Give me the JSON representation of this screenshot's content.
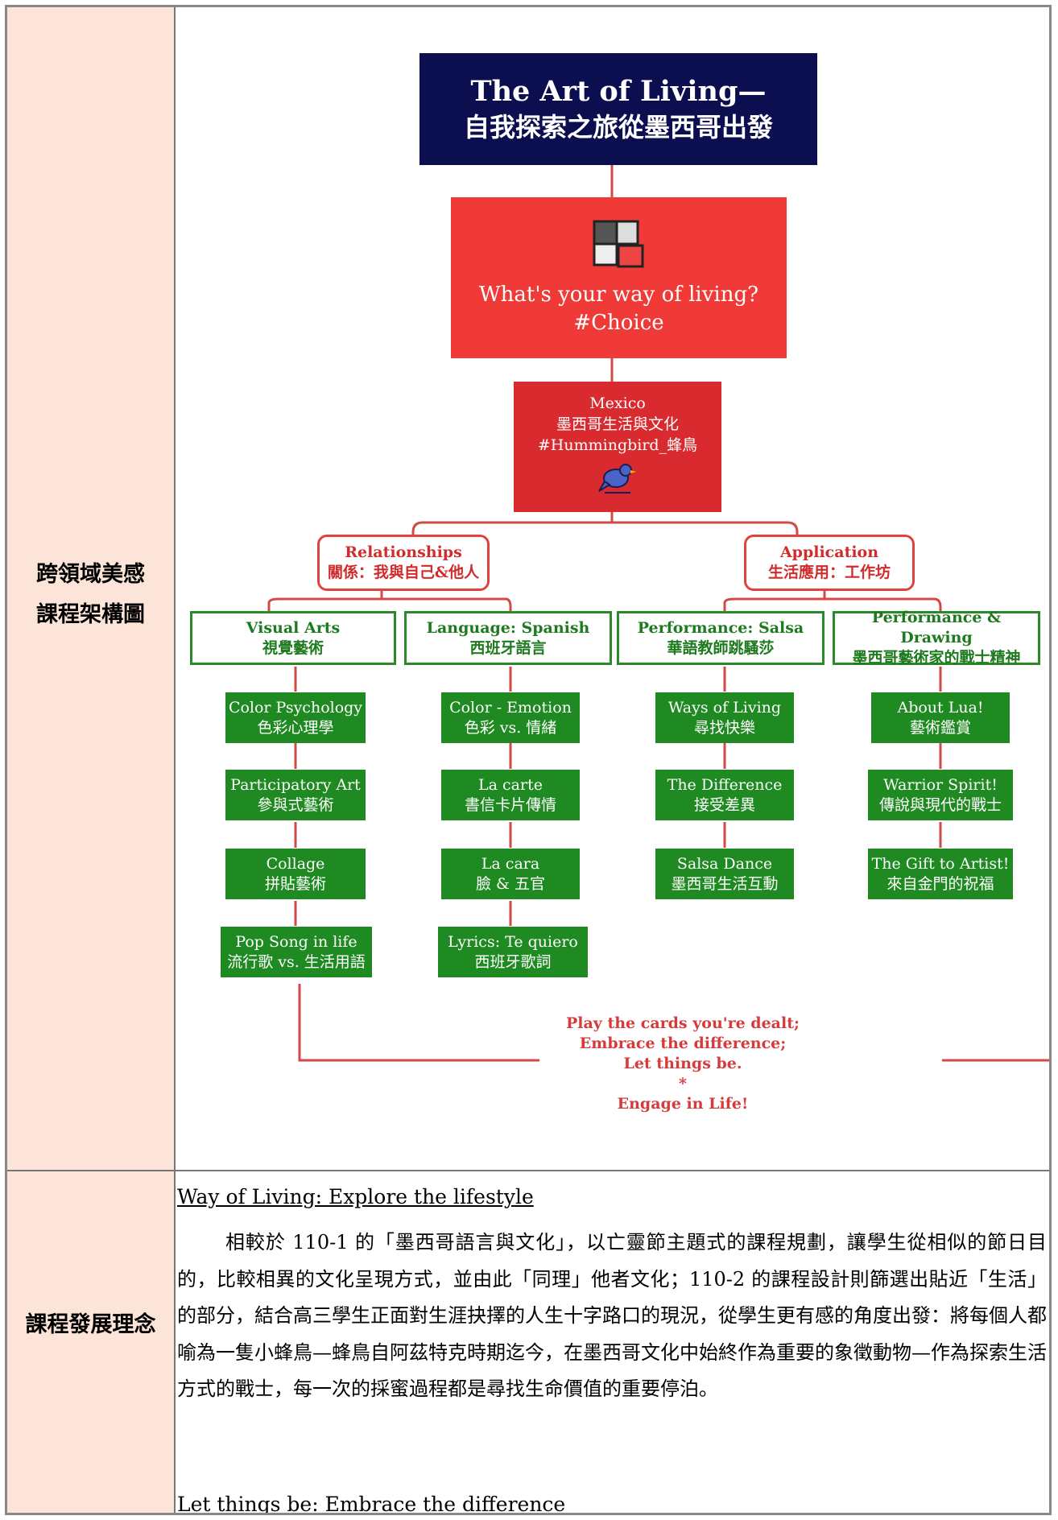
{
  "labels": {
    "framework_line1": "跨領域美感",
    "framework_line2": "課程架構圖",
    "philosophy": "課程發展理念"
  },
  "chart": {
    "title_line1": "The Art of Living—",
    "title_line2": "自我探索之旅從墨西哥出發",
    "question_line1": "What's your way of living?",
    "question_line2": "#Choice",
    "question_icon": "puzzle-icon",
    "mexico_line1": "Mexico",
    "mexico_line2": "墨西哥生活與文化",
    "mexico_line3": "#Hummingbird_蜂鳥",
    "mexico_icon": "bird-icon",
    "categories": [
      {
        "line1": "Relationships",
        "line2": "關係：我與自己&他人"
      },
      {
        "line1": "Application",
        "line2": "生活應用：工作坊"
      }
    ],
    "subcategories": [
      {
        "line1": "Visual Arts",
        "line2": "視覺藝術"
      },
      {
        "line1": "Language: Spanish",
        "line2": "西班牙語言"
      },
      {
        "line1": "Performance: Salsa",
        "line2": "華語教師跳騷莎"
      },
      {
        "line1": "Performance & Drawing",
        "line2": "墨西哥藝術家的戰士精神"
      }
    ],
    "leaves": [
      [
        {
          "line1": "Color Psychology",
          "line2": "色彩心理學"
        },
        {
          "line1": "Participatory Art",
          "line2": "參與式藝術"
        },
        {
          "line1": "Collage",
          "line2": "拼貼藝術"
        },
        {
          "line1": "Pop Song in life",
          "line2": "流行歌 vs. 生活用語"
        }
      ],
      [
        {
          "line1": "Color - Emotion",
          "line2": "色彩 vs. 情緒"
        },
        {
          "line1": "La carte",
          "line2": "書信卡片傳情"
        },
        {
          "line1": "La cara",
          "line2": "臉 & 五官"
        },
        {
          "line1": "Lyrics:  Te quiero",
          "line2": "西班牙歌詞"
        }
      ],
      [
        {
          "line1": "Ways of Living",
          "line2": "尋找快樂"
        },
        {
          "line1": "The Difference",
          "line2": "接受差異"
        },
        {
          "line1": "Salsa Dance",
          "line2": "墨西哥生活互動"
        }
      ],
      [
        {
          "line1": "About Lua!",
          "line2": "藝術鑑賞"
        },
        {
          "line1": "Warrior Spirit!",
          "line2": "傳說與現代的戰士"
        },
        {
          "line1": "The Gift to Artist!",
          "line2": "來自金門的祝福"
        }
      ]
    ],
    "motto": [
      "Play the cards you're dealt;",
      "Embrace the difference;",
      "Let things be.",
      "*",
      "Engage in Life!"
    ]
  },
  "text": {
    "heading1": "Way of Living: Explore the lifestyle",
    "paragraph1": "相較於 110-1 的「墨西哥語言與文化」，以亡靈節主題式的課程規劃，讓學生從相似的節日目的，比較相異的文化呈現方式，並由此「同理」他者文化；110-2 的課程設計則篩選出貼近「生活」的部分，結合高三學生正面對生涯抉擇的人生十字路口的現況，從學生更有感的角度出發：將每個人都喻為一隻小蜂鳥—蜂鳥自阿茲特克時期迄今，在墨西哥文化中始終作為重要的象徵動物—作為探索生活方式的戰士，每一次的採蜜過程都是尋找生命價值的重要停泊。",
    "heading2": "Let things be: Embrace the difference"
  }
}
